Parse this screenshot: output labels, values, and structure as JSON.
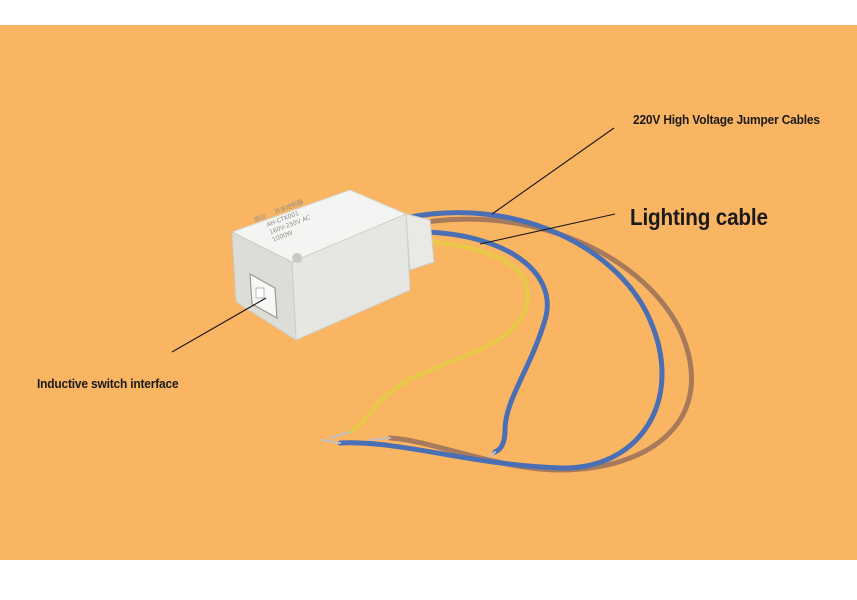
{
  "labels": {
    "high_voltage": "220V High Voltage Jumper Cables",
    "lighting": "Lighting cable",
    "inductive": "Inductive switch interface"
  },
  "device": {
    "printed_text": [
      "感应",
      "开关控制器",
      "AH-CTK001",
      "160V-250V AC",
      "1000W"
    ]
  },
  "colors": {
    "background": "#FAB562",
    "page": "#ffffff",
    "wire_blue": "#4A6FB5",
    "wire_yellow": "#E9C84A",
    "wire_brown": "#A87A5C",
    "device_body": "#EEEEEC"
  }
}
